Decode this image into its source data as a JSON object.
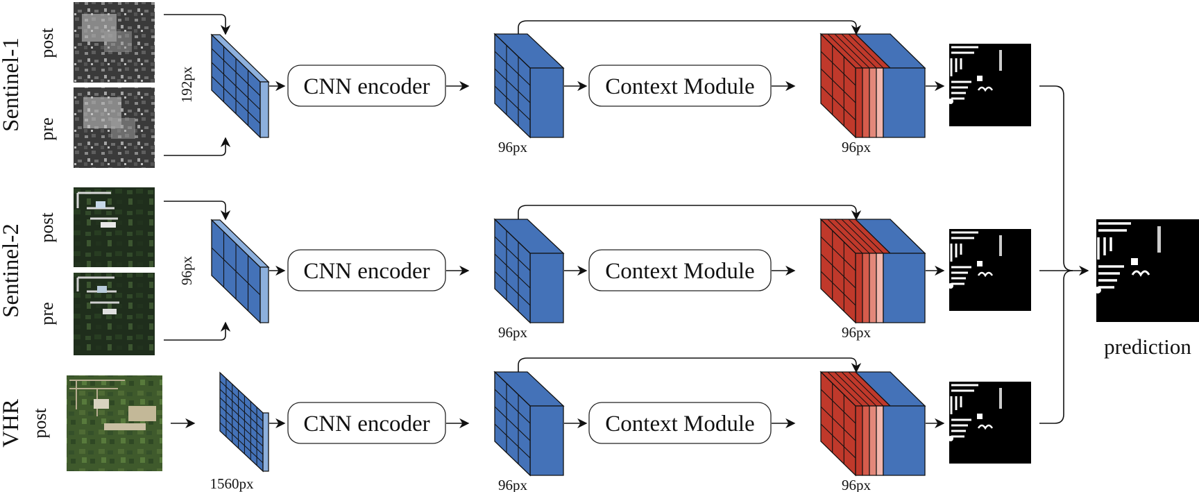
{
  "rows": [
    {
      "sensor": "Sentinel-1",
      "input_labels": [
        "post",
        "pre"
      ],
      "input_size": "192px",
      "encoder": "CNN encoder",
      "feature_size": "96px",
      "context": "Context Module",
      "output_size": "96px"
    },
    {
      "sensor": "Sentinel-2",
      "input_labels": [
        "post",
        "pre"
      ],
      "input_size": "96px",
      "encoder": "CNN encoder",
      "feature_size": "96px",
      "context": "Context Module",
      "output_size": "96px"
    },
    {
      "sensor": "VHR",
      "input_labels": [
        "post"
      ],
      "input_size": "1560px",
      "encoder": "CNN encoder",
      "feature_size": "96px",
      "context": "Context Module",
      "output_size": "96px"
    }
  ],
  "prediction_label": "prediction",
  "colors": {
    "blue": "#4472b8",
    "blue_light": "#8db0dd",
    "red": "#c0392b",
    "salmon": "#e3887a",
    "pink": "#f2b7ad",
    "mask_bg": "#000000",
    "mask_fg": "#ffffff"
  }
}
